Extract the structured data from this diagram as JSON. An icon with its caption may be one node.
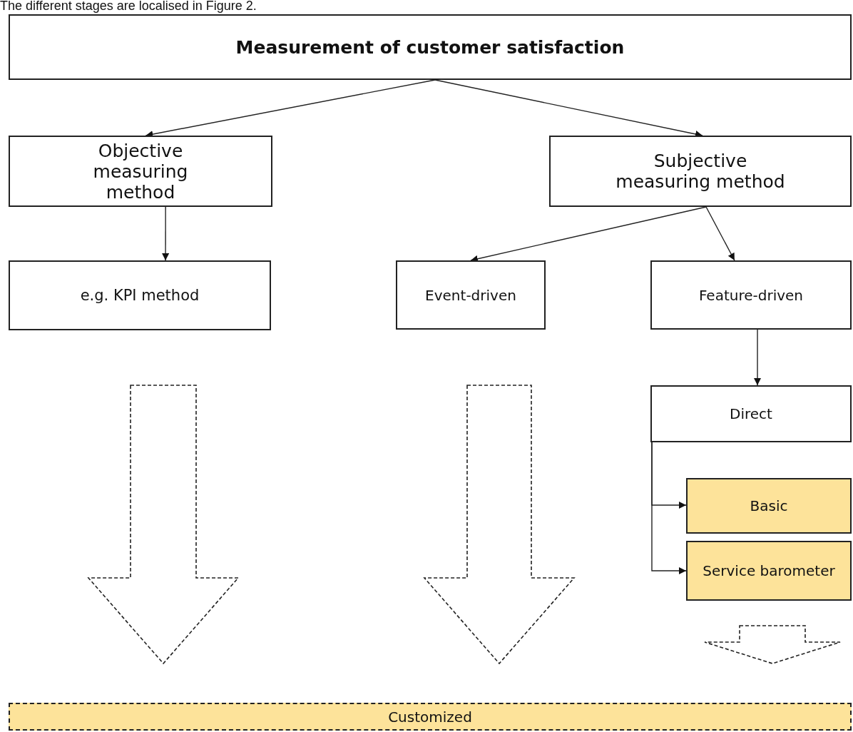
{
  "diagram": {
    "nodes": [
      {
        "text": [
          "Measurement of customer satisfaction"
        ]
      },
      {
        "text": [
          "Objective measuring method"
        ]
      },
      {
        "text": [
          "Subjective measuring method"
        ]
      },
      {
        "text": [
          "e.g. KPI method"
        ]
      },
      {
        "text": [
          "Event-driven"
        ]
      },
      {
        "text": [
          "Feature-driven"
        ]
      },
      {
        "text": [
          "Direct"
        ]
      },
      {
        "text": [
          "Basic"
        ]
      },
      {
        "text": [
          "Service barometer"
        ]
      },
      {
        "text": [
          "Customized"
        ]
      }
    ],
    "edges": [
      {
        "from": 0,
        "to": 1,
        "arrow": "to"
      },
      {
        "from": 0,
        "to": 2,
        "arrow": "to"
      },
      {
        "from": 1,
        "to": 3,
        "arrow": "to"
      },
      {
        "from": 2,
        "to": 4,
        "arrow": "to"
      },
      {
        "from": 2,
        "to": 5,
        "arrow": "to"
      },
      {
        "from": 5,
        "to": 6,
        "arrow": "to"
      },
      {
        "from": 6,
        "to": 7,
        "arrow": "to"
      },
      {
        "from": 6,
        "to": 8,
        "arrow": "to"
      },
      {
        "from": 3,
        "to": 9,
        "arrow": "to",
        "style": "dashed"
      },
      {
        "from": 4,
        "to": 9,
        "arrow": "to",
        "style": "dashed"
      },
      {
        "from": 8,
        "to": 9,
        "arrow": "to",
        "style": "dashed"
      }
    ],
    "labels": [
      "The different stages are localised in Figure 2."
    ]
  }
}
